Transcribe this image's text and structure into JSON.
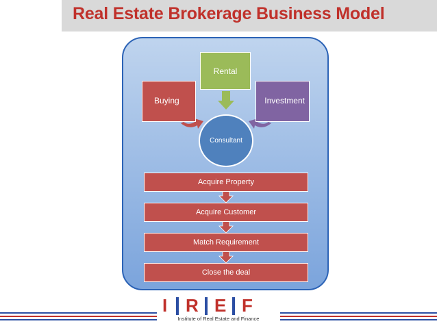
{
  "title": "Real Estate Brokerage Business Model",
  "top_boxes": {
    "buying": "Buying",
    "rental": "Rental",
    "investment": "Investment"
  },
  "center": "Consultant",
  "steps": [
    "Acquire Property",
    "Acquire Customer",
    "Match Requirement",
    "Close the deal"
  ],
  "logo": {
    "letters": [
      "I",
      "R",
      "E",
      "F"
    ],
    "subtitle": "Institute of Real Estate and Finance"
  },
  "colors": {
    "title": "#c0312b",
    "red_box": "#c0504d",
    "green_box": "#9bbb59",
    "purple_box": "#8064a2",
    "blue_circle": "#4f81bd",
    "logo_red": "#c0312b",
    "logo_blue": "#2b4ea3"
  }
}
